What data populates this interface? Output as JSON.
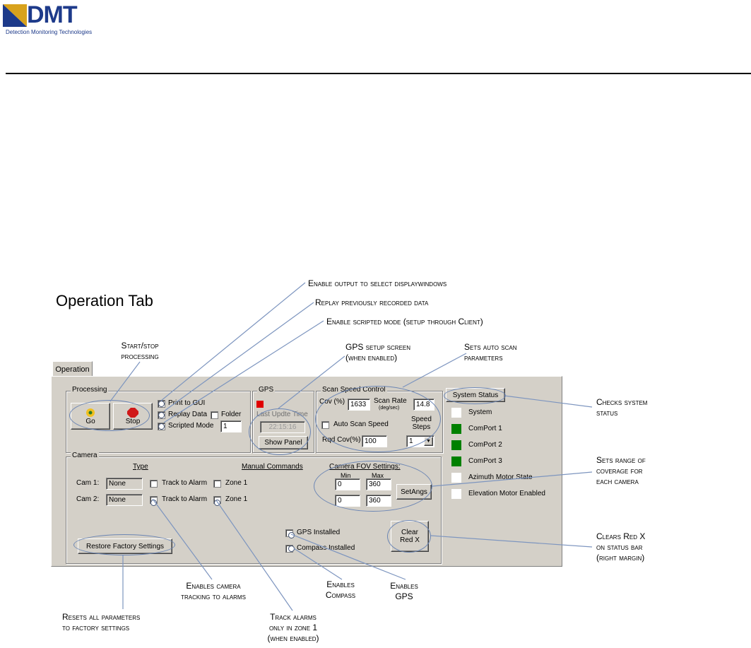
{
  "logo": {
    "text": "DMT",
    "tagline": "Detection Monitoring Technologies",
    "brand_color": "#1d3a8a",
    "accent_color": "#d8a21c"
  },
  "page_title": "Operation Tab",
  "callouts": {
    "display_windows": "Enable output to select displaywindows",
    "replay": "Replay previously recorded data",
    "scripted": "Enable scripted mode (setup through Client)",
    "start_stop_1": "Start/stop",
    "start_stop_2": "processing",
    "gps_setup_1": "GPS setup screen",
    "gps_setup_2": "(when enabled)",
    "auto_scan_1": "Sets auto scan",
    "auto_scan_2": "parameters",
    "checks_status_1": "Checks system",
    "checks_status_2": "status",
    "sets_range_1": "Sets range of",
    "sets_range_2": "coverage for",
    "sets_range_3": "each camera",
    "clears_red_1": "Clears Red X",
    "clears_red_2": "on status bar",
    "clears_red_3": "(right margin)",
    "enables_camera_1": "Enables camera",
    "enables_camera_2": "tracking to alarms",
    "enables_compass_1": "Enables",
    "enables_compass_2": "Compass",
    "enables_gps_1": "Enables",
    "enables_gps_2": "GPS",
    "resets_1": "Resets all parameters",
    "resets_2": "to factory settings",
    "track_zone_1": "Track alarms",
    "track_zone_2": "only in zone 1",
    "track_zone_3": "(when enabled)"
  },
  "window": {
    "tab_label": "Operation",
    "processing": {
      "title": "Processing",
      "go_label": "Go",
      "stop_label": "Stop",
      "print_to_gui": "Print to GUI",
      "replay_data": "Replay Data",
      "folder": "Folder",
      "scripted_mode": "Scripted Mode",
      "scripted_value": "1"
    },
    "gps": {
      "title": "GPS",
      "last_update_label": "Last Updte Time",
      "last_update_value": "22:15:16",
      "show_panel": "Show Panel",
      "indicator_color": "#e00000"
    },
    "scan": {
      "title": "Scan Speed Control",
      "cov_label": "Cov (%)",
      "cov_value": "1633",
      "scan_rate_label": "Scan Rate",
      "scan_rate_unit": "(deg/sec)",
      "scan_rate_value": "14.8",
      "auto_scan": "Auto Scan Speed",
      "speed_steps_1": "Speed",
      "speed_steps_2": "Steps",
      "rqd_cov_label": "Rqd Cov(%)",
      "rqd_cov_value": "100",
      "steps_value": "1"
    },
    "status": {
      "button": "System Status",
      "items": [
        {
          "label": "System",
          "color": "#ffffff"
        },
        {
          "label": "ComPort 1",
          "color": "#008000"
        },
        {
          "label": "ComPort 2",
          "color": "#008000"
        },
        {
          "label": "ComPort 3",
          "color": "#008000"
        },
        {
          "label": "Azimuth Motor State",
          "color": "#ffffff"
        },
        {
          "label": "Elevation Motor Enabled",
          "color": "#ffffff"
        }
      ]
    },
    "camera": {
      "title": "Camera",
      "type_header": "Type",
      "manual_header": "Manual Commands",
      "fov_header": "Camera FOV Settings:",
      "min_label": "Min",
      "max_label": "Max",
      "cam1_label": "Cam 1:",
      "cam1_type": "None",
      "cam2_label": "Cam 2:",
      "cam2_type": "None",
      "track_to_alarm": "Track to Alarm",
      "zone1": "Zone 1",
      "cam1_min": "0",
      "cam1_max": "360",
      "cam2_min": "0",
      "cam2_max": "360",
      "set_angs": "SetAngs",
      "gps_installed": "GPS Installed",
      "compass_installed": "Compass Installed",
      "clear_red_x_1": "Clear",
      "clear_red_x_2": "Red X",
      "restore_factory": "Restore Factory Settings"
    }
  }
}
